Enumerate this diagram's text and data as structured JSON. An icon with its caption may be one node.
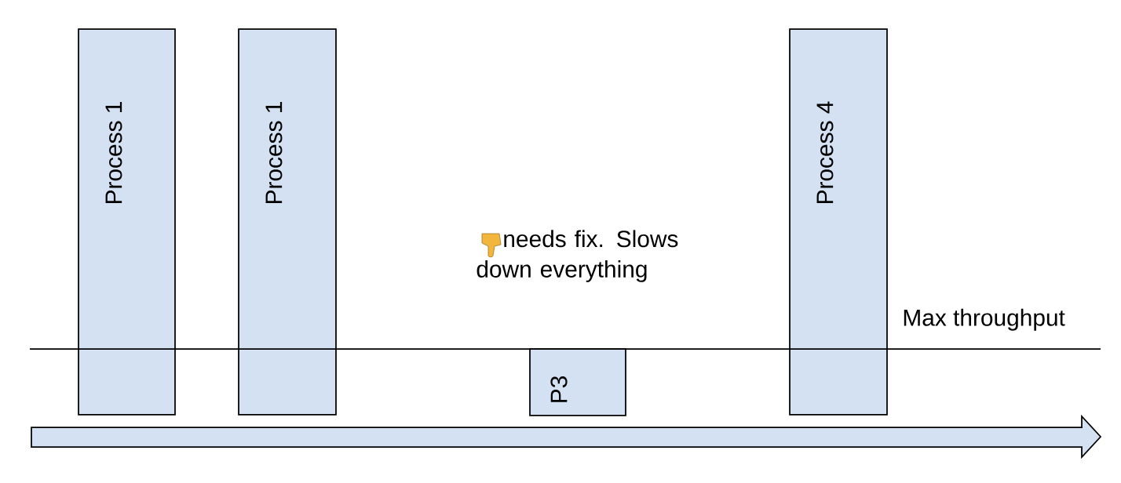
{
  "diagram": {
    "nodes": [
      {
        "text": [
          "Process 1"
        ]
      },
      {
        "text": [
          "Process 1"
        ]
      },
      {
        "text": [
          "P3"
        ]
      },
      {
        "text": [
          "Process 4"
        ]
      }
    ],
    "labels": [
      "needs fix. Slows down everything",
      "Max throughput"
    ]
  }
}
